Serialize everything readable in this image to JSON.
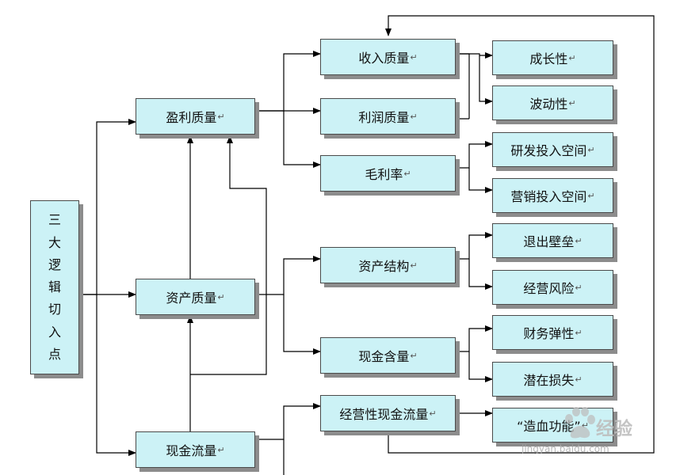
{
  "diagram": {
    "nodes": {
      "root": {
        "chars": [
          "三",
          "大",
          "逻",
          "辑",
          "切",
          "入",
          "点"
        ]
      },
      "profit_quality": {
        "label": "盈利质量"
      },
      "asset_quality": {
        "label": "资产质量"
      },
      "cashflow_quality": {
        "label": "现金流量"
      },
      "revenue_quality": {
        "label": "收入质量"
      },
      "earnings_quality": {
        "label": "利润质量"
      },
      "gross_margin": {
        "label": "毛利率"
      },
      "asset_structure": {
        "label": "资产结构"
      },
      "cash_content": {
        "label": "现金含量"
      },
      "operating_cashflow": {
        "label": "经营性现金流量"
      },
      "growth": {
        "label": "成长性"
      },
      "volatility": {
        "label": "波动性"
      },
      "rd_space": {
        "label": "研发投入空间"
      },
      "marketing_space": {
        "label": "营销投入空间"
      },
      "exit_barrier": {
        "label": "退出壁垒"
      },
      "operating_risk": {
        "label": "经营风险"
      },
      "financial_elasticity": {
        "label": "财务弹性"
      },
      "potential_loss": {
        "label": "潜在损失"
      },
      "blood_function": {
        "label": "“造血功能”"
      }
    },
    "paragraph_mark": "↵",
    "line_color": "#000000",
    "box_fill": "#ccf2f6",
    "shadow_color": "#8c8c8c"
  },
  "watermark": {
    "text": "经验",
    "url": "jingyan.baidu.com"
  }
}
